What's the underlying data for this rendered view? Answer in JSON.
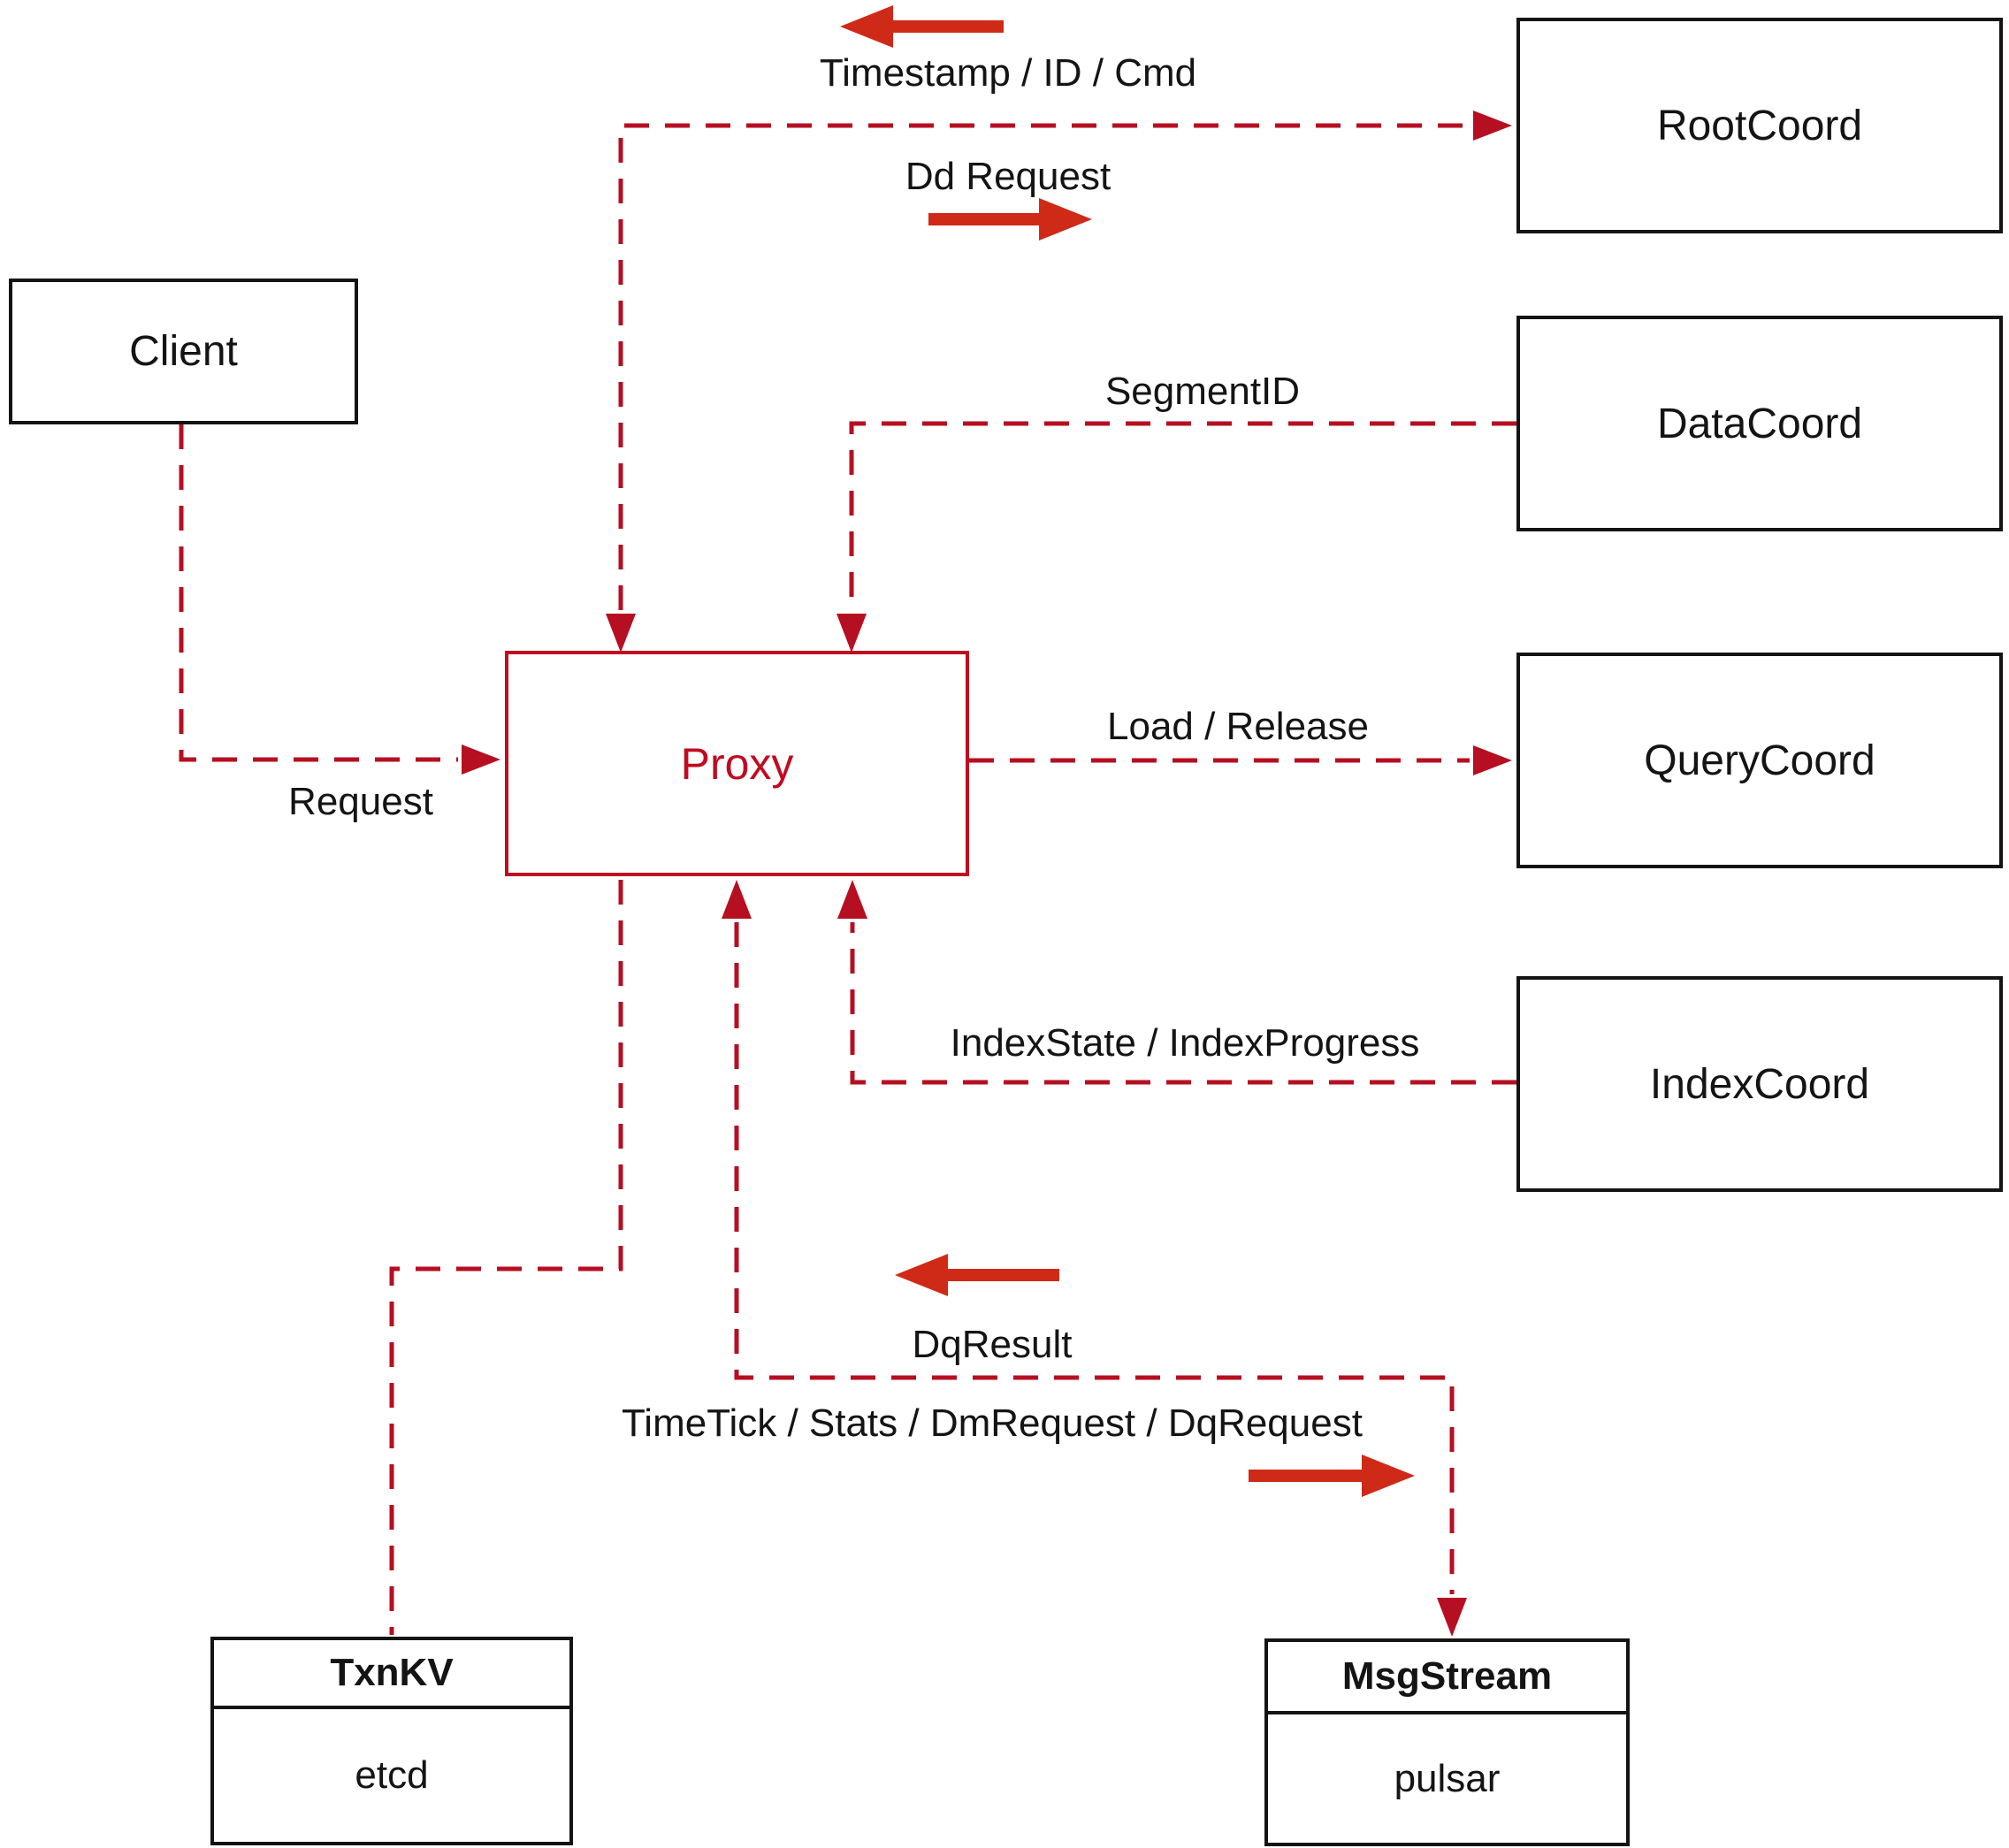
{
  "theme": {
    "background": "#ffffff",
    "box_border": "#141414",
    "text": "#141414",
    "line_red": "#b60f21",
    "arrow_red": "#cf2a17",
    "proxy_red": "#c00b20"
  },
  "nodes": {
    "client": {
      "label": "Client"
    },
    "root_coord": {
      "label": "RootCoord"
    },
    "data_coord": {
      "label": "DataCoord"
    },
    "query_coord": {
      "label": "QueryCoord"
    },
    "index_coord": {
      "label": "IndexCoord"
    },
    "proxy": {
      "label": "Proxy"
    },
    "txn_kv": {
      "title": "TxnKV",
      "impl": "etcd"
    },
    "msg_stream": {
      "title": "MsgStream",
      "impl": "pulsar"
    }
  },
  "labels": {
    "timestamp_id_cmd": "Timestamp / ID / Cmd",
    "dd_request": "Dd Request",
    "segment_id": "SegmentID",
    "request": "Request",
    "load_release": "Load / Release",
    "index_state_progress": "IndexState / IndexProgress",
    "dq_result": "DqResult",
    "timetick_stats": "TimeTick / Stats / DmRequest / DqRequest"
  },
  "edges": [
    {
      "from": "client",
      "to": "proxy",
      "style": "dashed",
      "arrows": "to",
      "label_keys": [
        "request"
      ]
    },
    {
      "from": "proxy",
      "to": "root_coord",
      "style": "dashed",
      "arrows": "both",
      "label_keys": [
        "timestamp_id_cmd",
        "dd_request"
      ]
    },
    {
      "from": "data_coord",
      "to": "proxy",
      "style": "dashed",
      "arrows": "to",
      "label_keys": [
        "segment_id"
      ]
    },
    {
      "from": "proxy",
      "to": "query_coord",
      "style": "dashed",
      "arrows": "to",
      "label_keys": [
        "load_release"
      ]
    },
    {
      "from": "index_coord",
      "to": "proxy",
      "style": "dashed",
      "arrows": "to",
      "label_keys": [
        "index_state_progress"
      ]
    },
    {
      "from": "proxy",
      "to": "txn_kv",
      "style": "dashed",
      "arrows": "none",
      "label_keys": []
    },
    {
      "from": "proxy",
      "to": "msg_stream",
      "style": "dashed",
      "arrows": "both",
      "label_keys": [
        "dq_result",
        "timetick_stats"
      ]
    }
  ],
  "direction_arrows": [
    {
      "near": "timestamp_id_cmd",
      "direction": "left"
    },
    {
      "near": "dd_request",
      "direction": "right"
    },
    {
      "near": "dq_result",
      "direction": "left"
    },
    {
      "near": "timetick_stats",
      "direction": "right"
    }
  ]
}
